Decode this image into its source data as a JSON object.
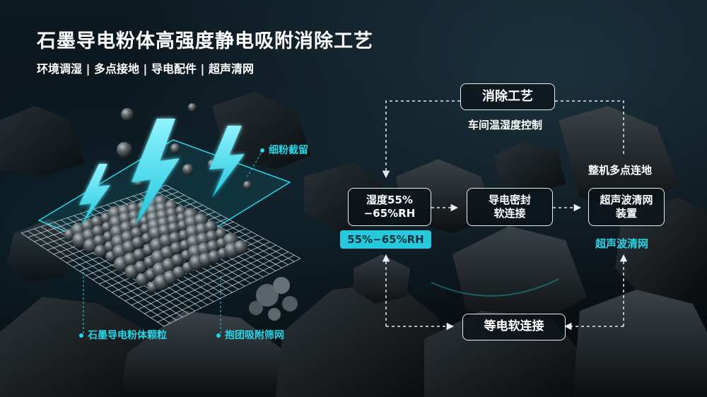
{
  "header": {
    "title": "石墨导电粉体高强度静电吸附消除工艺",
    "subtitle": "环境调湿 | 多点接地 | 导电配件 | 超声清网"
  },
  "illustration": {
    "label_fine_powder": "细粉截留",
    "label_particles": "石墨导电粉体颗粒",
    "label_clump": "抱团吸附筛网"
  },
  "flow": {
    "top_box": "消除工艺",
    "top_caption": "车间温湿度控制",
    "humidity_box_line1": "湿度55%",
    "humidity_box_line2": "−65%RH",
    "humidity_badge": "55%−65%RH",
    "seal_box_line1": "导电密封",
    "seal_box_line2": "软连接",
    "ultra_box_line1": "超声波清网",
    "ultra_box_line2": "装置",
    "ground_label": "整机多点连地",
    "ultra_caption": "超声波清网",
    "bottom_box": "等电软连接"
  },
  "colors": {
    "accent": "#27d7e8",
    "text": "#ffffff",
    "background": "#0b1014"
  }
}
